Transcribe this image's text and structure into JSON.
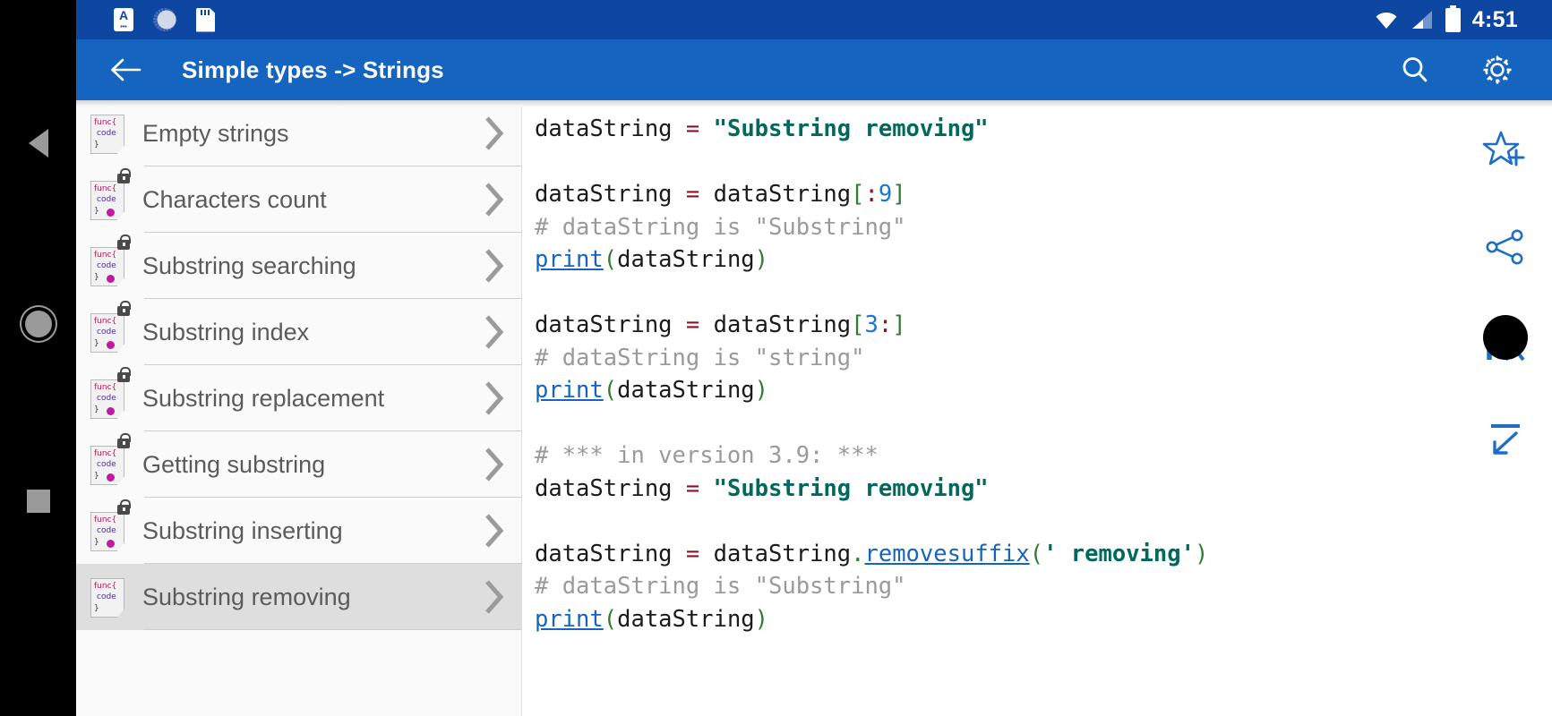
{
  "statusbar": {
    "time": "4:51",
    "icons": [
      "ime-keyboard-icon",
      "sync-spinner-icon",
      "sd-card-icon",
      "wifi-icon",
      "cell-signal-icon",
      "battery-icon"
    ]
  },
  "appbar": {
    "back_label": "back-arrow",
    "title": "Simple types -> Strings",
    "search_label": "search-icon",
    "settings_label": "gear-icon",
    "bg_color": "#1565c0"
  },
  "navbar": {
    "back": "back-triangle",
    "home": "home-circle",
    "recents": "recents-square"
  },
  "sidebar": {
    "items": [
      {
        "label": "Empty strings",
        "locked": false,
        "dot": false,
        "selected": false
      },
      {
        "label": "Characters count",
        "locked": true,
        "dot": true,
        "selected": false
      },
      {
        "label": "Substring searching",
        "locked": true,
        "dot": true,
        "selected": false
      },
      {
        "label": "Substring index",
        "locked": true,
        "dot": true,
        "selected": false
      },
      {
        "label": "Substring replacement",
        "locked": true,
        "dot": true,
        "selected": false
      },
      {
        "label": "Getting substring",
        "locked": true,
        "dot": true,
        "selected": false
      },
      {
        "label": "Substring inserting",
        "locked": true,
        "dot": true,
        "selected": false
      },
      {
        "label": "Substring removing",
        "locked": false,
        "dot": false,
        "selected": true
      }
    ],
    "icon_text": {
      "line1": "func{",
      "line2": "code",
      "line3": "}"
    }
  },
  "code": {
    "language": "python",
    "lines": [
      "dataString = \"Substring removing\"",
      "",
      "dataString = dataString[:9]",
      "# dataString is \"Substring\"",
      "print(dataString)",
      "",
      "dataString = dataString[3:]",
      "# dataString is \"string\"",
      "print(dataString)",
      "",
      "# *** in version 3.9: ***",
      "dataString = \"Substring removing\"",
      "",
      "dataString = dataString.removesuffix(' removing')",
      "# dataString is \"Substring\"",
      "print(dataString)"
    ],
    "colors": {
      "string": "#00695c",
      "comment": "#9a9a9a",
      "operator": "#8b1028",
      "number": "#1976d2",
      "bracket": "#2e7d32",
      "function_link": "#1565c0",
      "plain": "#1a1a1a"
    }
  },
  "rail": {
    "items": [
      {
        "name": "add-to-favorites-icon"
      },
      {
        "name": "share-icon"
      },
      {
        "name": "skip-to-start-icon"
      },
      {
        "name": "collapse-down-left-icon"
      }
    ],
    "accent_color": "#1e6fc4"
  },
  "cursor": {
    "name": "touch-indicator"
  }
}
